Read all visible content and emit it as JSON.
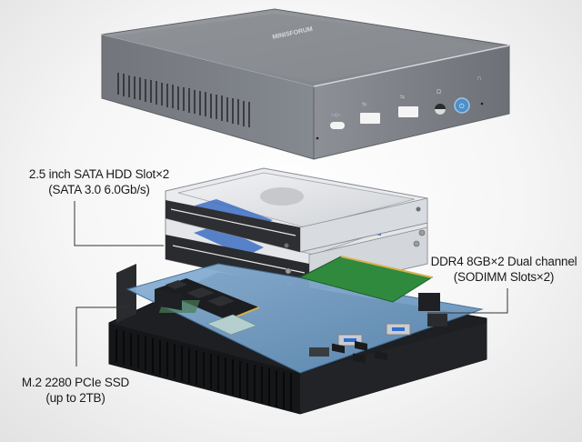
{
  "diagram": {
    "subject": "Mini PC exploded view",
    "components": [
      {
        "id": "top-case",
        "name": "Aluminum top case",
        "front_ports": [
          "usb-c-port",
          "usb3-port",
          "usb3-port",
          "audio-jack",
          "power-button",
          "led-indicator"
        ]
      },
      {
        "id": "hdd-tray",
        "name": "2.5 inch HDD x2 with bracket"
      },
      {
        "id": "ram",
        "name": "DDR4 SODIMM memory module"
      },
      {
        "id": "motherboard",
        "name": "Motherboard with M.2 SSD"
      },
      {
        "id": "base",
        "name": "Black vented base"
      }
    ],
    "callouts": {
      "hdd": {
        "line1": "2.5 inch SATA HDD Slot×2",
        "line2": "(SATA 3.0 6.0Gb/s)"
      },
      "ram": {
        "line1": "DDR4 8GB×2 Dual channel",
        "line2": "(SODIMM Slots×2)"
      },
      "ssd": {
        "line1": "M.2 2280 PCIe SSD",
        "line2": "(up to 2TB)"
      }
    },
    "colors": {
      "case_gray": "#7d8086",
      "case_dark": "#5c5f64",
      "base_black": "#1b1c1e",
      "board_blue": "#6f9bc2",
      "ram_green": "#2f8a3e",
      "hdd_label_blue": "#2f63b8",
      "leader_line": "#333333",
      "power_button": "#5aa0d8"
    }
  }
}
